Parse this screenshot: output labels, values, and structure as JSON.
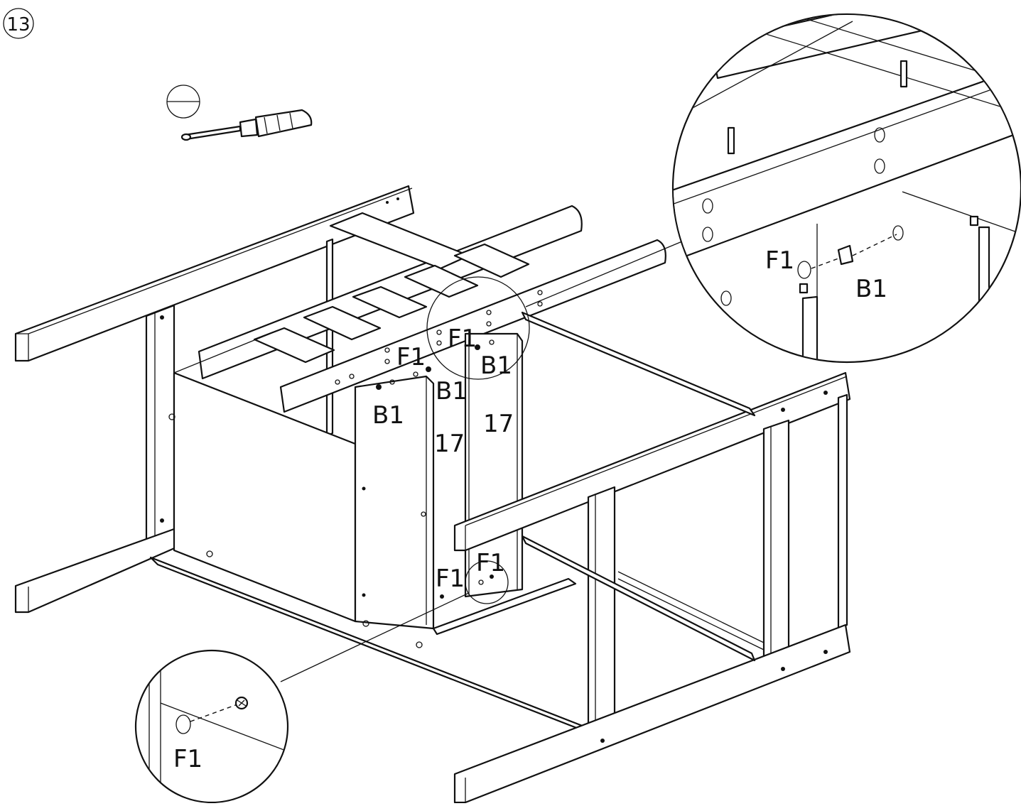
{
  "step_number": "13",
  "tool": {
    "name": "screwdriver-icon",
    "head_type_icon": "slotted-screw-head-icon"
  },
  "labels": {
    "f1": "F1",
    "b1": "B1",
    "part17": "17"
  },
  "colors": {
    "line": "#111111",
    "background": "#ffffff"
  }
}
